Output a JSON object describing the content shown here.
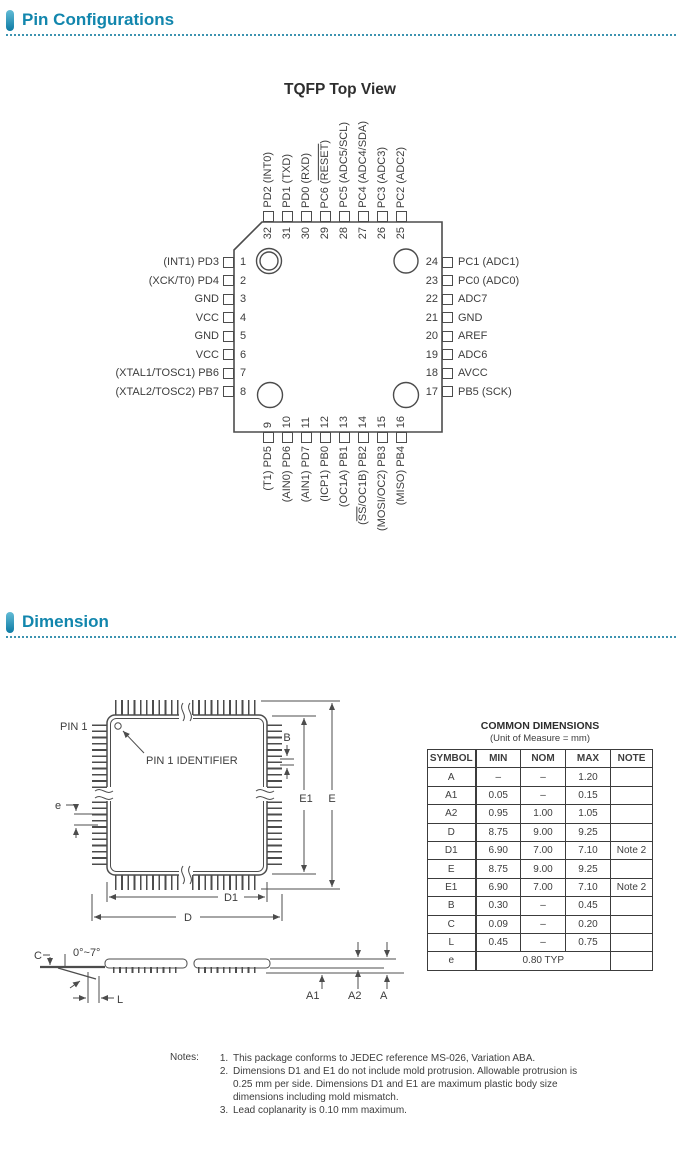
{
  "page": {
    "accent_color": "#1286ad",
    "divider_color": "#3d93b0",
    "line_color": "#4c4c4c"
  },
  "sections": {
    "pin_config": {
      "title": "Pin Configurations"
    },
    "dimension": {
      "title": "Dimension"
    }
  },
  "pinout": {
    "title": "TQFP Top View",
    "top_pins": [
      {
        "num": "32",
        "pre": "PD2 (INT0)",
        "over": "",
        "post": ""
      },
      {
        "num": "31",
        "pre": "PD1 (TXD)",
        "over": "",
        "post": ""
      },
      {
        "num": "30",
        "pre": "PD0 (RXD)",
        "over": "",
        "post": ""
      },
      {
        "num": "29",
        "pre": "PC6 (",
        "over": "RESET",
        "post": ")"
      },
      {
        "num": "28",
        "pre": "PC5 (ADC5/SCL)",
        "over": "",
        "post": ""
      },
      {
        "num": "27",
        "pre": "PC4 (ADC4/SDA)",
        "over": "",
        "post": ""
      },
      {
        "num": "26",
        "pre": "PC3 (ADC3)",
        "over": "",
        "post": ""
      },
      {
        "num": "25",
        "pre": "PC2 (ADC2)",
        "over": "",
        "post": ""
      }
    ],
    "left_pins": [
      {
        "num": "1",
        "pre": "(INT1) PD3",
        "over": "",
        "post": ""
      },
      {
        "num": "2",
        "pre": "(XCK/T0) PD4",
        "over": "",
        "post": ""
      },
      {
        "num": "3",
        "pre": "GND",
        "over": "",
        "post": ""
      },
      {
        "num": "4",
        "pre": "VCC",
        "over": "",
        "post": ""
      },
      {
        "num": "5",
        "pre": "GND",
        "over": "",
        "post": ""
      },
      {
        "num": "6",
        "pre": "VCC",
        "over": "",
        "post": ""
      },
      {
        "num": "7",
        "pre": "(XTAL1/TOSC1) PB6",
        "over": "",
        "post": ""
      },
      {
        "num": "8",
        "pre": "(XTAL2/TOSC2) PB7",
        "over": "",
        "post": ""
      }
    ],
    "right_pins": [
      {
        "num": "24",
        "pre": "PC1 (ADC1)",
        "over": "",
        "post": ""
      },
      {
        "num": "23",
        "pre": "PC0 (ADC0)",
        "over": "",
        "post": ""
      },
      {
        "num": "22",
        "pre": "ADC7",
        "over": "",
        "post": ""
      },
      {
        "num": "21",
        "pre": "GND",
        "over": "",
        "post": ""
      },
      {
        "num": "20",
        "pre": "AREF",
        "over": "",
        "post": ""
      },
      {
        "num": "19",
        "pre": "ADC6",
        "over": "",
        "post": ""
      },
      {
        "num": "18",
        "pre": "AVCC",
        "over": "",
        "post": ""
      },
      {
        "num": "17",
        "pre": "PB5 (SCK)",
        "over": "",
        "post": ""
      }
    ],
    "bottom_pins": [
      {
        "num": "9",
        "pre": "(T1) PD5",
        "over": "",
        "post": ""
      },
      {
        "num": "10",
        "pre": "(AIN0) PD6",
        "over": "",
        "post": ""
      },
      {
        "num": "11",
        "pre": "(AIN1) PD7",
        "over": "",
        "post": ""
      },
      {
        "num": "12",
        "pre": "(ICP1) PB0",
        "over": "",
        "post": ""
      },
      {
        "num": "13",
        "pre": "(OC1A) PB1",
        "over": "",
        "post": ""
      },
      {
        "num": "14",
        "pre": "(",
        "over": "SS",
        "post": "/OC1B) PB2"
      },
      {
        "num": "15",
        "pre": "(MOSI/OC2) PB3",
        "over": "",
        "post": ""
      },
      {
        "num": "16",
        "pre": "(MISO) PB4",
        "over": "",
        "post": ""
      }
    ]
  },
  "dim_drawing": {
    "pin1": "PIN 1",
    "pin1_id": "PIN 1 IDENTIFIER",
    "b": "B",
    "e1": "E1",
    "e_big": "E",
    "pitch": "e",
    "d1": "D1",
    "d": "D"
  },
  "side_drawing": {
    "c": "C",
    "angle": "0°~7°",
    "l": "L",
    "a1": "A1",
    "a2": "A2",
    "a": "A"
  },
  "dim_table": {
    "title": "COMMON DIMENSIONS",
    "subtitle": "(Unit of Measure = mm)",
    "headers": [
      "SYMBOL",
      "MIN",
      "NOM",
      "MAX",
      "NOTE"
    ],
    "rows": [
      {
        "sym": "A",
        "min": "–",
        "nom": "–",
        "max": "1.20",
        "note": ""
      },
      {
        "sym": "A1",
        "min": "0.05",
        "nom": "–",
        "max": "0.15",
        "note": ""
      },
      {
        "sym": "A2",
        "min": "0.95",
        "nom": "1.00",
        "max": "1.05",
        "note": ""
      },
      {
        "sym": "D",
        "min": "8.75",
        "nom": "9.00",
        "max": "9.25",
        "note": ""
      },
      {
        "sym": "D1",
        "min": "6.90",
        "nom": "7.00",
        "max": "7.10",
        "note": "Note 2"
      },
      {
        "sym": "E",
        "min": "8.75",
        "nom": "9.00",
        "max": "9.25",
        "note": ""
      },
      {
        "sym": "E1",
        "min": "6.90",
        "nom": "7.00",
        "max": "7.10",
        "note": "Note 2"
      },
      {
        "sym": "B",
        "min": "0.30",
        "nom": "–",
        "max": "0.45",
        "note": ""
      },
      {
        "sym": "C",
        "min": "0.09",
        "nom": "–",
        "max": "0.20",
        "note": ""
      },
      {
        "sym": "L",
        "min": "0.45",
        "nom": "–",
        "max": "0.75",
        "note": ""
      }
    ],
    "e_row": {
      "sym": "e",
      "value": "0.80 TYP",
      "note": ""
    }
  },
  "notes": {
    "label": "Notes:",
    "items": [
      "This package conforms to JEDEC reference MS-026, Variation ABA.",
      "Dimensions D1 and E1 do not include mold protrusion.  Allowable protrusion is 0.25 mm per side. Dimensions D1 and E1 are maximum plastic body size dimensions including mold mismatch.",
      "Lead coplanarity is 0.10 mm maximum."
    ]
  }
}
